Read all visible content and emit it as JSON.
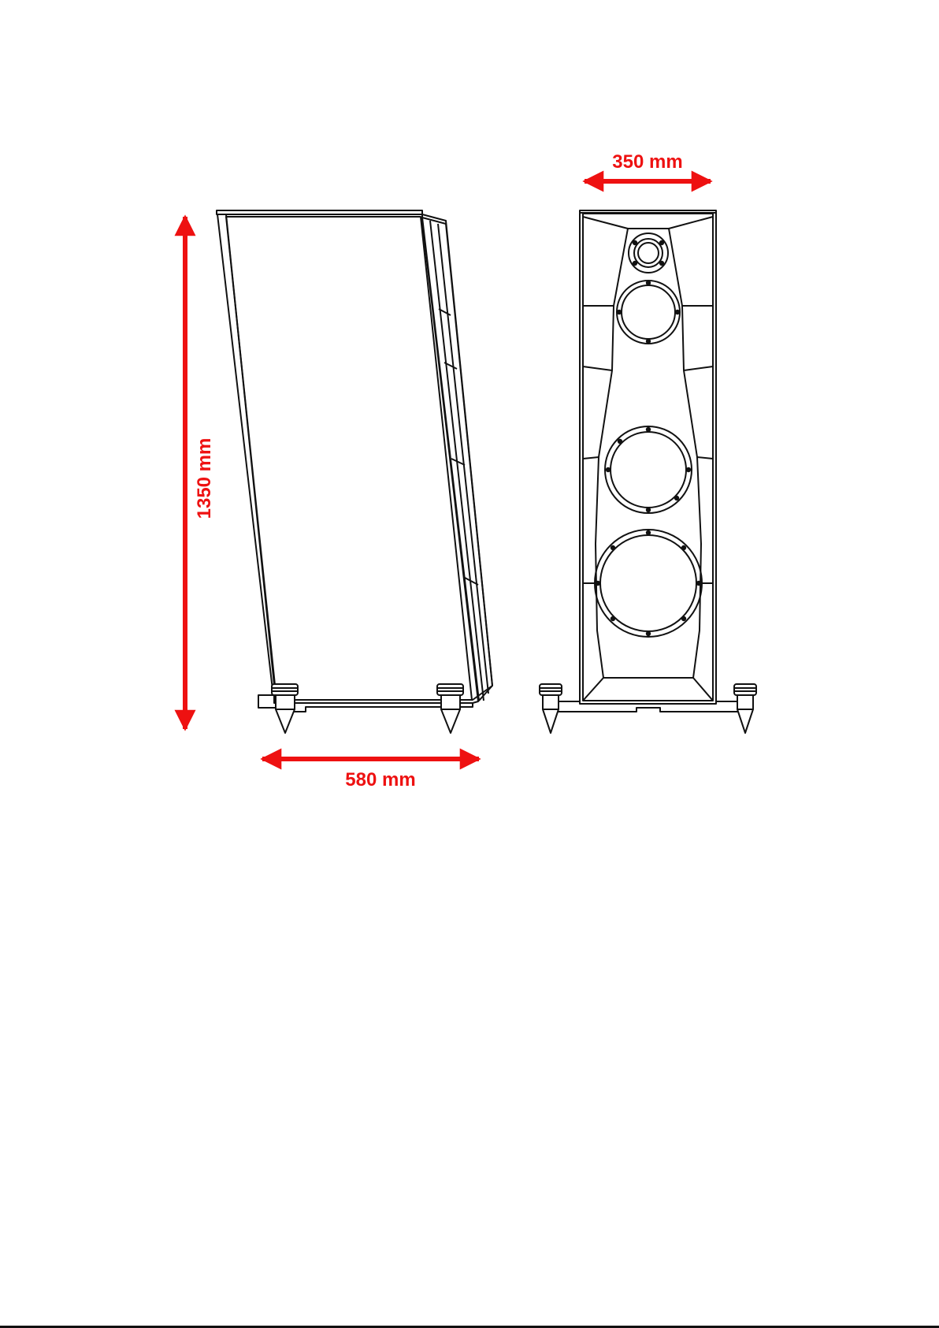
{
  "colors": {
    "ink": "#111111",
    "dimension": "#ee1111",
    "background": "#ffffff"
  },
  "dimensions": {
    "width": {
      "label": "350 mm",
      "value_mm": 350
    },
    "height": {
      "label": "1350 mm",
      "value_mm": 1350
    },
    "depth": {
      "label": "580 mm",
      "value_mm": 580
    }
  }
}
